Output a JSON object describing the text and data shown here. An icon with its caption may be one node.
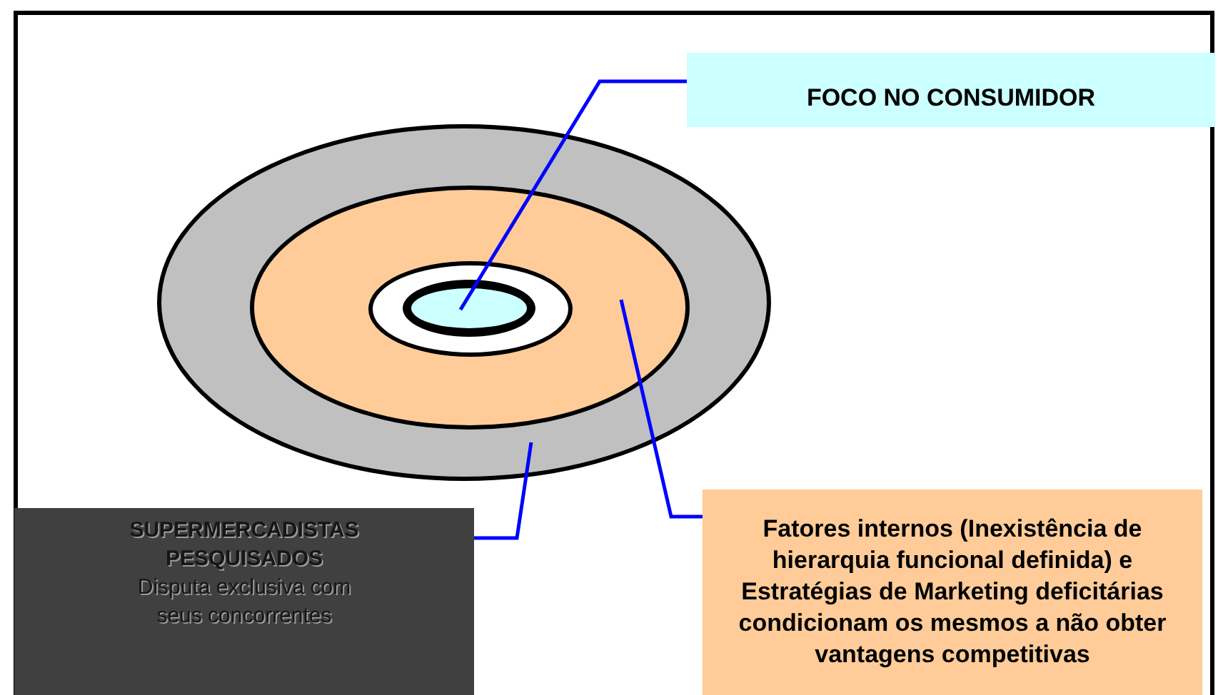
{
  "diagram": {
    "nodes": [
      {
        "text": [
          "FOCO NO CONSUMIDOR"
        ]
      },
      {
        "text": [],
        "shape": "ellipse"
      },
      {
        "text": [],
        "shape": "ellipse",
        "in": 1
      },
      {
        "text": [],
        "shape": "ellipse",
        "in": 2
      },
      {
        "text": [],
        "shape": "ellipse",
        "in": 3
      },
      {
        "text": [
          "SUPERMERCADISTAS PESQUISADOS",
          "Disputa exclusiva com seus concorrentes"
        ]
      },
      {
        "text": [
          "Fatores internos (Inexistência de hierarquia funcional definida) e Estratégias de Marketing deficitárias  condicionam os mesmos a não obter vantagens competitivas"
        ]
      }
    ],
    "edges": [
      {
        "from": 0,
        "to": 4,
        "arrow": "none",
        "color": "#0000ff"
      },
      {
        "from": 6,
        "to": 2,
        "arrow": "none",
        "color": "#0000ff"
      },
      {
        "from": 5,
        "to": 1,
        "arrow": "none",
        "color": "#0000ff"
      }
    ]
  }
}
